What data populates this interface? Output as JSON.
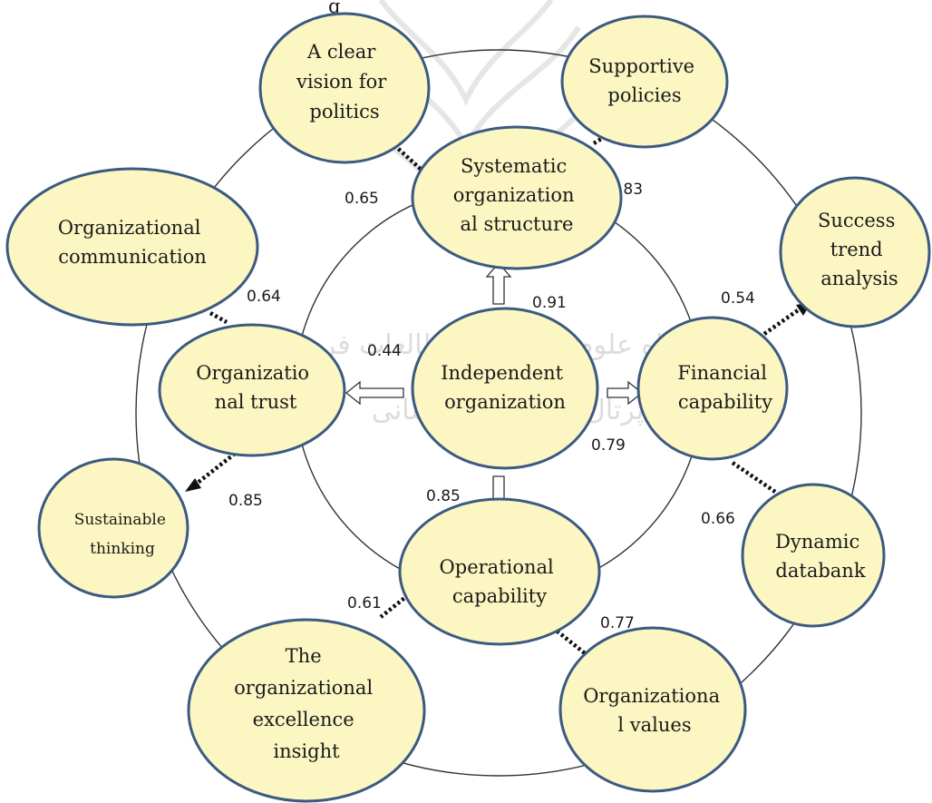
{
  "title_fragment": "g",
  "center": {
    "label_lines": [
      "Independent",
      "organization"
    ]
  },
  "inner_nodes": {
    "structure": {
      "label_lines": [
        "Systematic",
        "organization",
        "al structure"
      ]
    },
    "financial": {
      "label_lines": [
        "Financial",
        "capability"
      ]
    },
    "operational": {
      "label_lines": [
        "Operational",
        "capability"
      ]
    },
    "trust": {
      "label_lines": [
        "Organizatio",
        "nal trust"
      ]
    }
  },
  "outer_nodes": {
    "vision": {
      "label_lines": [
        "A clear",
        "vision for",
        "politics"
      ]
    },
    "policies": {
      "label_lines": [
        "Supportive",
        "policies"
      ]
    },
    "trend": {
      "label_lines": [
        "Success",
        "trend",
        "analysis"
      ]
    },
    "databank": {
      "label_lines": [
        "Dynamic",
        "databank"
      ]
    },
    "values": {
      "label_lines": [
        "Organizationa",
        "l values"
      ]
    },
    "excellence": {
      "label_lines": [
        "The",
        "organizational",
        "excellence",
        "insight"
      ]
    },
    "sustainable": {
      "label_lines": [
        "Sustainable",
        "thinking"
      ]
    },
    "communication": {
      "label_lines": [
        "Organizational",
        "communication"
      ]
    }
  },
  "weights": {
    "center_structure": "0.91",
    "center_trust": "0.44",
    "center_financial": "0.79",
    "center_operational": "0.85",
    "vision": "0.65",
    "policies": ".83",
    "communication": "0.64",
    "trend": "0.54",
    "sustainable": "0.85",
    "databank": "0.66",
    "excellence": "0.61",
    "values": "0.77"
  },
  "watermark_text": "پژوهشگاه علوم انسانی و مطالعات فرهنگی",
  "watermark_text_2": "پرتال جامع علوم انسانی",
  "colors": {
    "node_fill": "#fbf6c2",
    "node_stroke": "#3c5a80"
  }
}
